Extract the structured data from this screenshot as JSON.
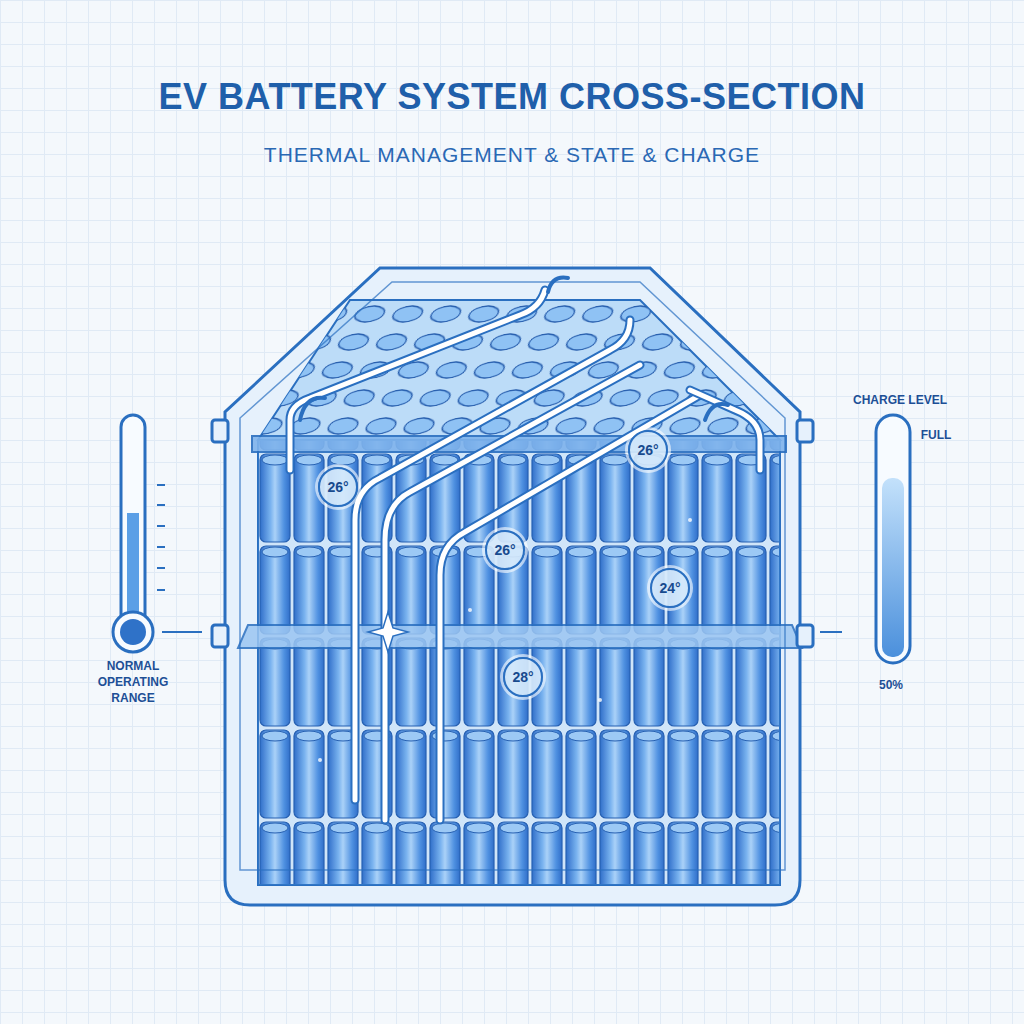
{
  "diagram": {
    "title": "EV BATTERY SYSTEM CROSS-SECTION",
    "nodes": [
      {
        "text": [
          "26°"
        ]
      },
      {
        "text": [
          "26°"
        ]
      },
      {
        "text": [
          "26°"
        ]
      },
      {
        "text": [
          "24°"
        ]
      },
      {
        "text": [
          "28°"
        ]
      }
    ],
    "labels": [
      "THERMAL MANAGEMENT & STATE & CHARGE",
      "NORMAL OPERATING RANGE",
      "CHARGE LEVEL",
      "FULL",
      "50%"
    ]
  }
}
